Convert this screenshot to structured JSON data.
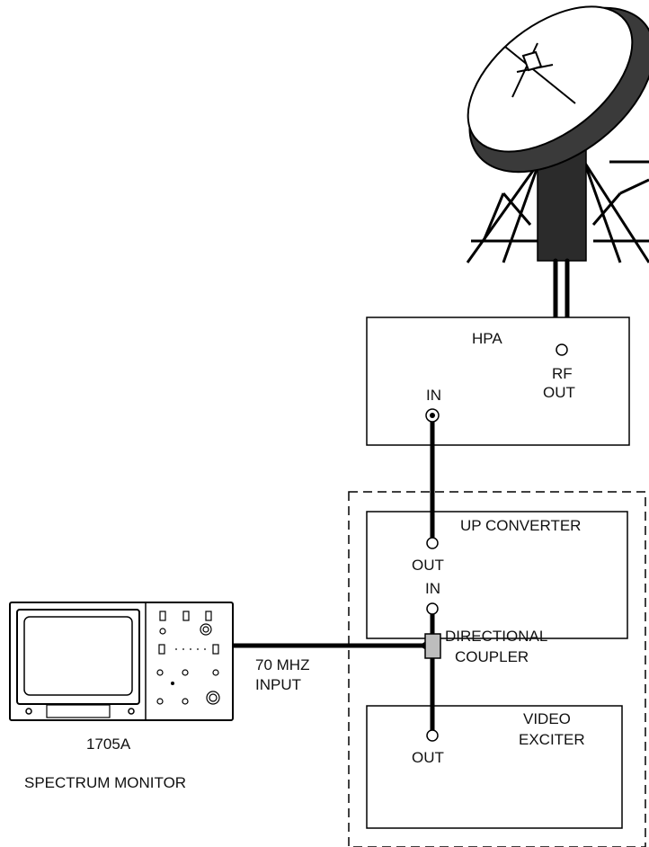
{
  "hpa": {
    "title": "HPA",
    "rf_out_line1": "RF",
    "rf_out_line2": "OUT",
    "in_label": "IN"
  },
  "up_converter": {
    "title": "UP CONVERTER",
    "out_label": "OUT",
    "in_label": "IN"
  },
  "directional_coupler": {
    "line1": "DIRECTIONAL",
    "line2": "COUPLER"
  },
  "video_exciter": {
    "line1": "VIDEO",
    "line2": "EXCITER",
    "out_label": "OUT"
  },
  "input_label": {
    "line1": "70 MHZ",
    "line2": "INPUT"
  },
  "spectrum_monitor": {
    "line1": "1705A",
    "line2": "SPECTRUM MONITOR"
  }
}
